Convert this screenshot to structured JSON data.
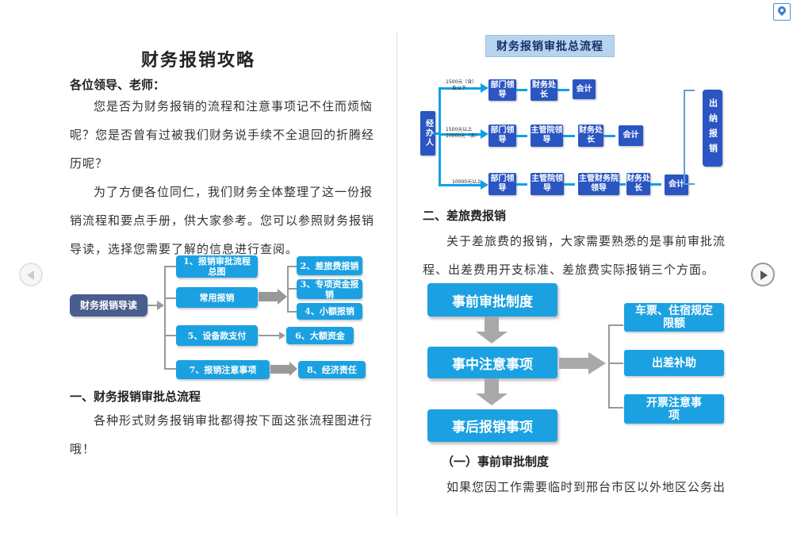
{
  "left": {
    "title": "财务报销攻略",
    "greeting": "各位领导、老师：",
    "para1": "您是否为财务报销的流程和注意事项记不住而烦恼呢？您是否曾有过被我们财务说手续不全退回的折腾经历呢？",
    "para2": "为了方便各位同仁，我们财务全体整理了这一份报销流程和要点手册，供大家参考。您可以参照财务报销导读，选择您需要了解的信息进行查阅。",
    "guide": {
      "root": "财务报销导读",
      "b1": "1、报销审批流程总图",
      "b2": "常用报销",
      "b3": "5、设备款支付",
      "b4": "7、报销注意事项",
      "s1": "2、差旅费报销",
      "s2": "3、专项资金报销",
      "s3": "4、小额报销",
      "s4": "6、大额资金",
      "s5": "8、经济责任"
    },
    "section1": "一、财务报销审批总流程",
    "para3": "各种形式财务报销审批都得按下面这张流程图进行哦！"
  },
  "right": {
    "flow": {
      "title": "财务报销审批总流程",
      "start": "经办人",
      "end": "出纳报销",
      "t1a": "1500元（含）",
      "t1b": "及以下",
      "t2a": "1500元以上",
      "t2b": "10000元（含）",
      "t3": "10000元以上",
      "dept": "部门领导",
      "fin": "财务处长",
      "acc": "会计",
      "vp": "主管院领导",
      "vpfin": "主管财务院领导"
    },
    "section2": "二、差旅费报销",
    "para4": "关于差旅费的报销，大家需要熟悉的是事前审批流程、出差费用开支标准、差旅费实际报销三个方面。",
    "travel": {
      "a": "事前审批制度",
      "b": "事中注意事项",
      "c": "事后报销事项",
      "r1": "车票、住宿规定限额",
      "r2": "出差补助",
      "r3": "开票注意事项"
    },
    "sub1": "（一）事前审批制度",
    "para5": "如果您因工作需要临时到邢台市区以外地区公务出"
  },
  "colors": {
    "primary": "#1ba1e2",
    "dark": "#4a5d8f",
    "flow": "#2a55c2",
    "arrow": "#a9a9a9"
  },
  "icons": {
    "prev": "chevron-left-icon",
    "next": "chevron-right-icon",
    "location": "location-pin-icon"
  }
}
